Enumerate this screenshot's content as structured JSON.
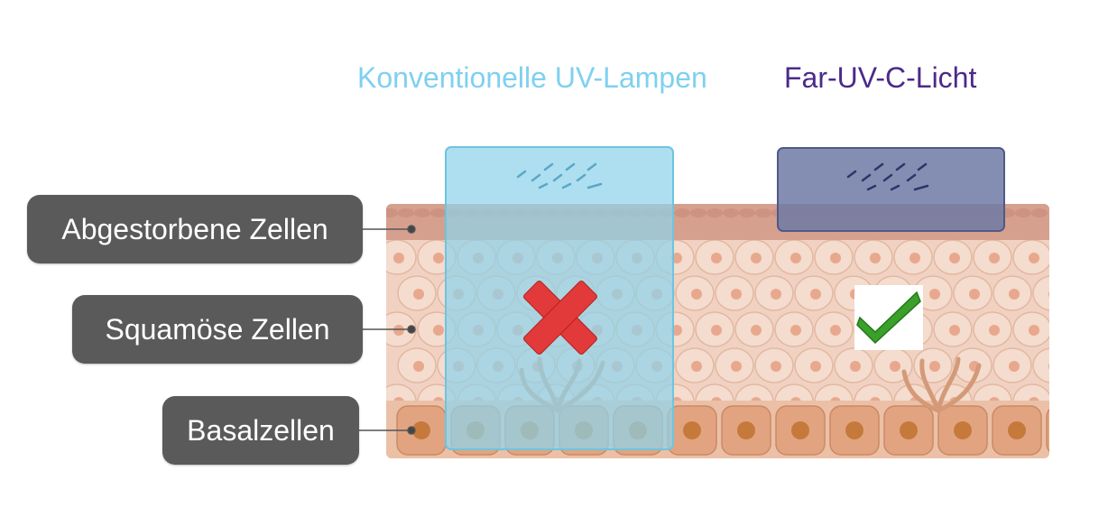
{
  "titles": {
    "conventional": "Konventionelle UV-Lampen",
    "far_uvc": "Far-UV-C-Licht"
  },
  "labels": {
    "dead_cells": "Abgestorbene Zellen",
    "squamous_cells": "Squamöse Zellen",
    "basal_cells": "Basalzellen"
  },
  "colors": {
    "conventional_title": "#7fd0f0",
    "far_uvc_title": "#4b2a8a",
    "label_bg": "#5a5a5a",
    "dead_layer": "#d6a08e",
    "squamous_layer": "#f1d2c2",
    "basal_layer": "#e4ad8c",
    "conventional_lamp": "#8fd2ea",
    "far_uvc_lamp": "#6e7aa6",
    "cross": "#e23a3a",
    "check": "#3aa02a"
  },
  "icons": {
    "conventional_result": "cross-icon",
    "far_uvc_result": "checkmark-icon"
  }
}
